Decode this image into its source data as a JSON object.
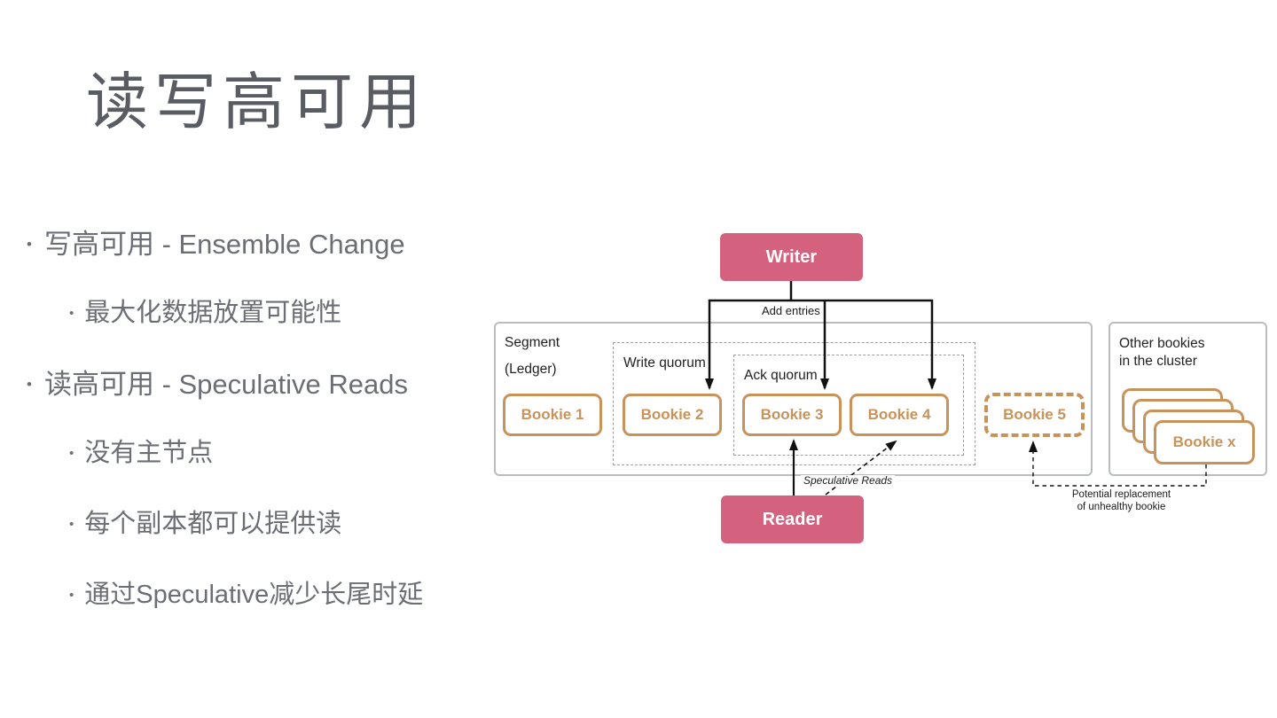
{
  "slide": {
    "title": "读写高可用"
  },
  "bullets": [
    {
      "level": 1,
      "text": "写高可用 - Ensemble Change"
    },
    {
      "level": 2,
      "text": "最大化数据放置可能性"
    },
    {
      "level": 1,
      "text": "读高可用 - Speculative Reads"
    },
    {
      "level": 2,
      "text": "没有主节点"
    },
    {
      "level": 2,
      "text": "每个副本都可以提供读"
    },
    {
      "level": 2,
      "text": "通过Speculative减少长尾时延"
    }
  ],
  "diagram": {
    "writer_label": "Writer",
    "reader_label": "Reader",
    "add_entries_label": "Add entries",
    "segment_label_line1": "Segment",
    "segment_label_line2": "(Ledger)",
    "write_quorum_label": "Write quorum",
    "ack_quorum_label": "Ack quorum",
    "bookies": [
      "Bookie 1",
      "Bookie 2",
      "Bookie 3",
      "Bookie 4"
    ],
    "bookie5_label": "Bookie 5",
    "other_bookies_line1": "Other bookies",
    "other_bookies_line2": "in the cluster",
    "bookie_x_label": "Bookie x",
    "speculative_reads_label": "Speculative Reads",
    "potential_replacement_line1": "Potential replacement",
    "potential_replacement_line2": "of unhealthy bookie",
    "colors": {
      "accent_pink": "#d4617e",
      "accent_orange": "#c8935a",
      "title_gray": "#595d63",
      "bullet_gray": "#6b6f75"
    }
  }
}
